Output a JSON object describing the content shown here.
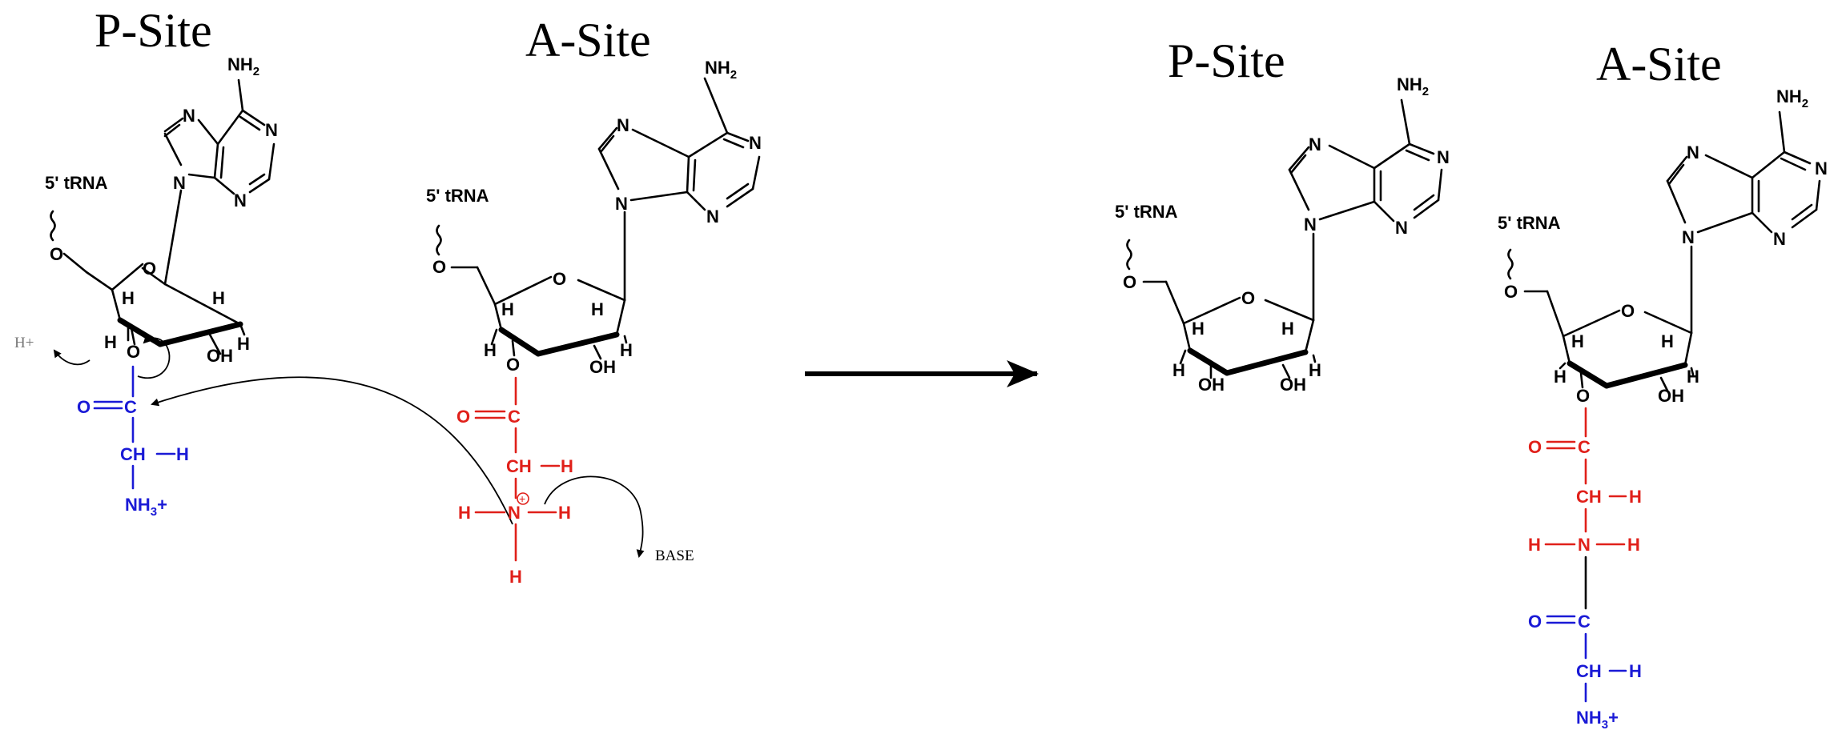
{
  "labels": {
    "p_site": "P-Site",
    "a_site": "A-Site",
    "trna_5": "5' tRNA",
    "nh2": "NH",
    "nh2_sub": "2",
    "n": "N",
    "o": "O",
    "h": "H",
    "oh": "OH",
    "c": "C",
    "ch": "CH",
    "nh3": "NH",
    "nh3_sub": "3",
    "plus": "+",
    "base": "BASE",
    "hplus": "H+"
  },
  "colors": {
    "black": "#000000",
    "red": "#e0201a",
    "blue": "#1a1ad6"
  }
}
